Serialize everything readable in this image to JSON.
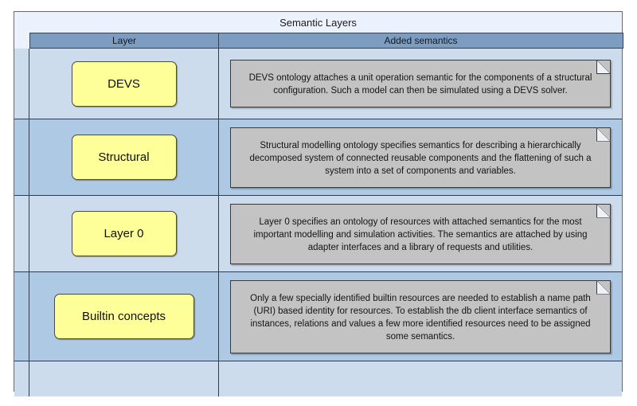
{
  "diagram": {
    "title": "Semantic Layers",
    "columns": {
      "layer": "Layer",
      "semantics": "Added semantics"
    },
    "colors": {
      "title_background": "#ecf2fd",
      "header_background": "#7d9dc0",
      "row_light": "#cddced",
      "row_dark": "#aec9e3",
      "layer_box": "#ffff99",
      "note_box": "#c3c3c3",
      "border": "#2e3d50"
    },
    "rows": [
      {
        "layer": "DEVS",
        "note": "DEVS ontology attaches a unit operation semantic for the components of a structural configuration. Such a model can then be simulated using a DEVS solver."
      },
      {
        "layer": "Structural",
        "note": "Structural modelling ontology specifies semantics for describing a hierarchically decomposed system of connected reusable components and the flattening of such a system into a set of components and variables."
      },
      {
        "layer": "Layer 0",
        "note": "Layer 0 specifies an ontology of resources with attached semantics for the most important modelling and simulation activities. The semantics are attached by using adapter interfaces and a library of requests and utilities."
      },
      {
        "layer": "Builtin concepts",
        "note": "Only a few specially identified builtin resources are needed to establish a name path (URI) based identity for resources. To establish the db client interface semantics of instances, relations and values a few more identified resources need to be assigned some semantics."
      },
      {
        "layer": "",
        "note": ""
      }
    ]
  }
}
